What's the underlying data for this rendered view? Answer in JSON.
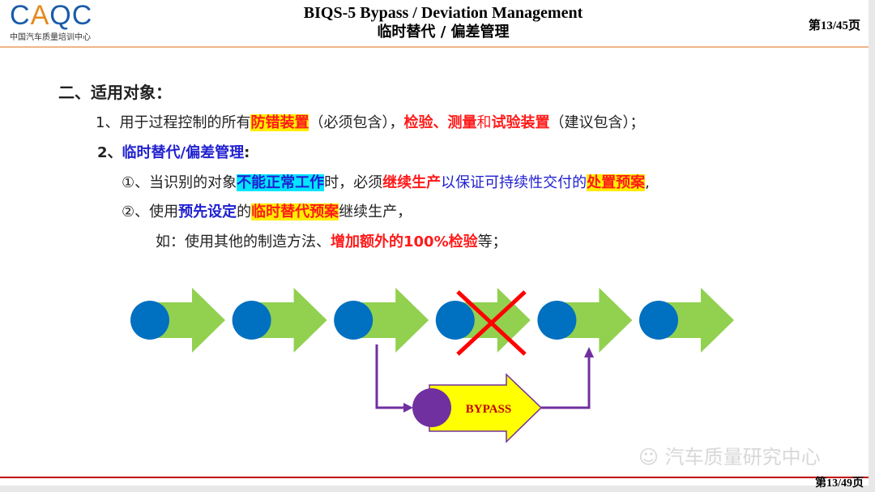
{
  "logo": {
    "text": "CAQC",
    "sub": "中国汽车质量培训中心"
  },
  "header": {
    "title_en": "BIQS-5 Bypass / Deviation Management",
    "title_cn": "临时替代 / 偏差管理",
    "page": "第13/45页"
  },
  "content": {
    "heading": "二、适用对象：",
    "line1": [
      "1、用于过程控制的所有",
      "防错装置",
      "（必须包含），",
      "检验、测量",
      "和",
      "试验装置",
      "（建议包含）；"
    ],
    "line2": [
      "2、",
      "临时替代/偏差管理",
      ":"
    ],
    "line3": [
      "①、当识别的对象",
      "不能正常工作",
      "时，必须",
      "继续生产",
      "以保证可持续性交付的",
      "处置预案",
      ","
    ],
    "line4": [
      "②、使用",
      "预先设定",
      "的",
      "临时替代预案",
      "继续生产，"
    ],
    "line5": [
      "如：使用其他的制造方法、",
      "增加额外的100%检验",
      "等；"
    ]
  },
  "diagram": {
    "bypass_label": "BYPASS",
    "process_steps": 6,
    "failed_step": 4,
    "colors": {
      "arrow": "#92d050",
      "circle": "#0070c0",
      "bypass_circle": "#7030a0",
      "bypass_arrow": "#ffff00",
      "cross": "#ff0000",
      "connector": "#7030a0"
    }
  },
  "footer": {
    "watermark": "汽车质量研究中心",
    "page": "第13/49页"
  }
}
